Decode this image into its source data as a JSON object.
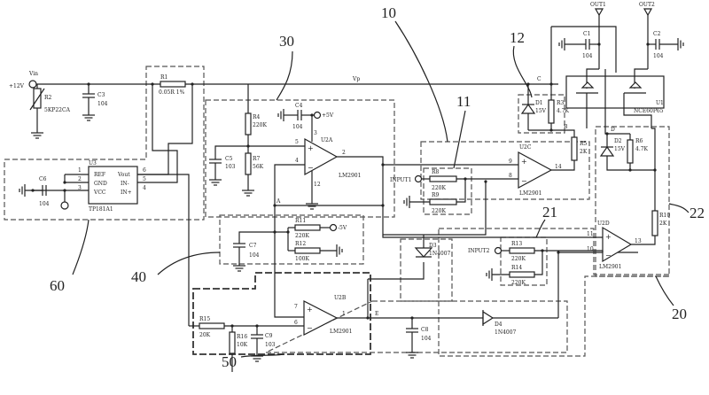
{
  "reference_numerals": {
    "n10": "10",
    "n11": "11",
    "n12": "12",
    "n20": "20",
    "n21": "21",
    "n22": "22",
    "n30": "30",
    "n40": "40",
    "n50": "50",
    "n60": "60"
  },
  "nets": {
    "supply": "+12V",
    "vin": "Vin",
    "vp": "Vp",
    "a": "A",
    "b": "B",
    "c": "C",
    "d": "D",
    "e": "E",
    "plus5_1": "+5V",
    "plus5_2": "+5V",
    "minus5": "-5V",
    "out1": "OUT1",
    "out2": "OUT2",
    "input1": "INPUT1",
    "input2": "INPUT2"
  },
  "components": {
    "r2": {
      "ref": "R2",
      "value": "5KP22CA"
    },
    "c3": {
      "ref": "C3",
      "value": "104"
    },
    "r1": {
      "ref": "R1",
      "value": "0.05R 1%"
    },
    "u3": {
      "ref": "U3",
      "part": "TP181A1",
      "pins_left": [
        "REF",
        "GND",
        "VCC"
      ],
      "pins_right": [
        "Vout",
        "IN-",
        "IN+"
      ],
      "pin_nums_left": [
        "1",
        "2",
        "3"
      ],
      "pin_nums_right": [
        "6",
        "5",
        "4"
      ]
    },
    "c6": {
      "ref": "C6",
      "value": "104"
    },
    "r4": {
      "ref": "R4",
      "value": "220K"
    },
    "r7": {
      "ref": "R7",
      "value": "56K"
    },
    "c5": {
      "ref": "C5",
      "value": "103"
    },
    "c4": {
      "ref": "C4",
      "value": "104"
    },
    "u2a": {
      "ref": "U2A",
      "part": "LM2901",
      "pins": [
        "5",
        "4",
        "2",
        "12",
        "3"
      ]
    },
    "c7": {
      "ref": "C7",
      "value": "104"
    },
    "r11": {
      "ref": "R11",
      "value": "220K"
    },
    "r12": {
      "ref": "R12",
      "value": "100K"
    },
    "u2b": {
      "ref": "U2B",
      "part": "LM2901",
      "pins": [
        "7",
        "6",
        "1"
      ]
    },
    "r15": {
      "ref": "R15",
      "value": "20K"
    },
    "r16": {
      "ref": "R16",
      "value": "10K"
    },
    "c9": {
      "ref": "C9",
      "value": "103"
    },
    "c8": {
      "ref": "C8",
      "value": "104"
    },
    "d4": {
      "ref": "D4",
      "value": "1N4007"
    },
    "d3": {
      "ref": "D3",
      "value": "1N4007"
    },
    "r8": {
      "ref": "R8",
      "value": "220K"
    },
    "r9": {
      "ref": "R9",
      "value": "220K"
    },
    "u2c": {
      "ref": "U2C",
      "part": "LM2901",
      "pins": [
        "9",
        "8",
        "14"
      ]
    },
    "d1": {
      "ref": "D1",
      "value": "15V"
    },
    "r3": {
      "ref": "R3",
      "value": "4.7K"
    },
    "r5": {
      "ref": "R5",
      "value": "2K"
    },
    "c1": {
      "ref": "C1",
      "value": "104"
    },
    "c2": {
      "ref": "C2",
      "value": "104"
    },
    "u1": {
      "ref": "U1",
      "part": "NCE60P65"
    },
    "d2": {
      "ref": "D2",
      "value": "15V"
    },
    "r6": {
      "ref": "R6",
      "value": "4.7K"
    },
    "r10": {
      "ref": "R10",
      "value": "2K"
    },
    "u2d": {
      "ref": "U2D",
      "part": "LM2901",
      "pins": [
        "11",
        "10",
        "13"
      ]
    },
    "r13": {
      "ref": "R13",
      "value": "220K"
    },
    "r14": {
      "ref": "R14",
      "value": "220K"
    }
  }
}
